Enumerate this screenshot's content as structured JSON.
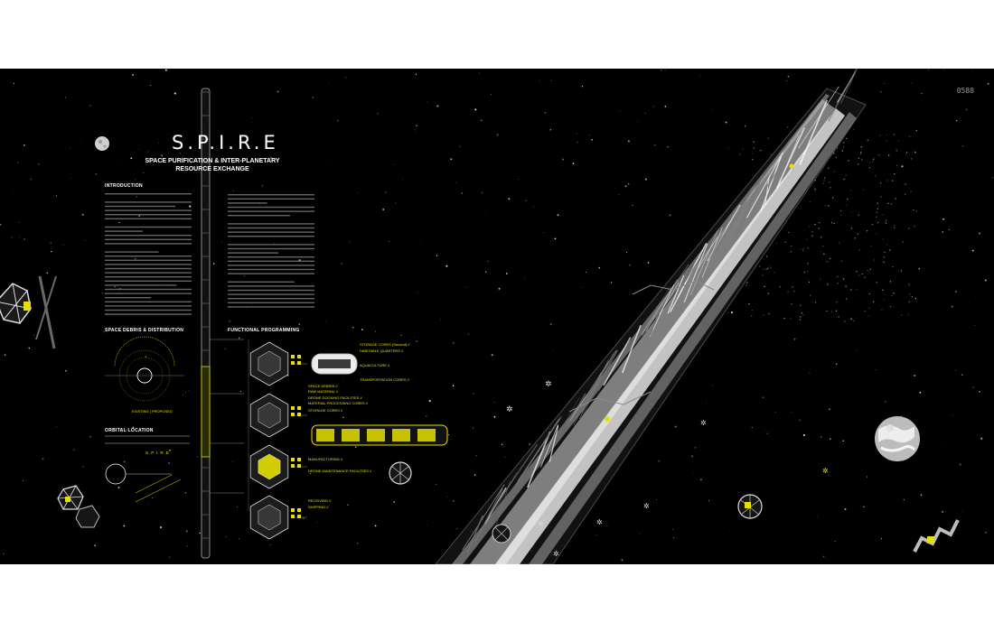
{
  "poster": {
    "page_number": "0588",
    "title": "S.P.I.R.E",
    "subtitle_line1": "SPACE PURIFICATION & INTER-PLANETARY",
    "subtitle_line2": "RESOURCE EXCHANGE",
    "sections": {
      "introduction": "INTRODUCTION",
      "debris": "SPACE DEBRIS & DISTRIBUTION",
      "orbital": "ORBITAL LOCATION",
      "functional": "FUNCTIONAL PROGRAMMING"
    },
    "debris_legend": {
      "existing": "EXISTING",
      "proposed": "PROPOSED"
    },
    "orbital_label": "S.P.I.R.E",
    "program_labels": [
      "STORAGE CORES (Second) //",
      "HABITABLE QUARTERS //",
      "AQUACULTURE //",
      "TRANSPORTATION CORES //",
      "SPACE DEBRIS //",
      "RAW MATERIAL //",
      "DRONE DOCKING FACILITIES //",
      "MATERIAL PROCESSING CORES //",
      "STORAGE CORES //",
      "MANUFACTURING //",
      "DRONE MAINTENANCE FACILITIES //",
      "RECEIVING //",
      "SHIPPING //"
    ],
    "accent_color": "#e6e000",
    "background_color": "#000000"
  }
}
